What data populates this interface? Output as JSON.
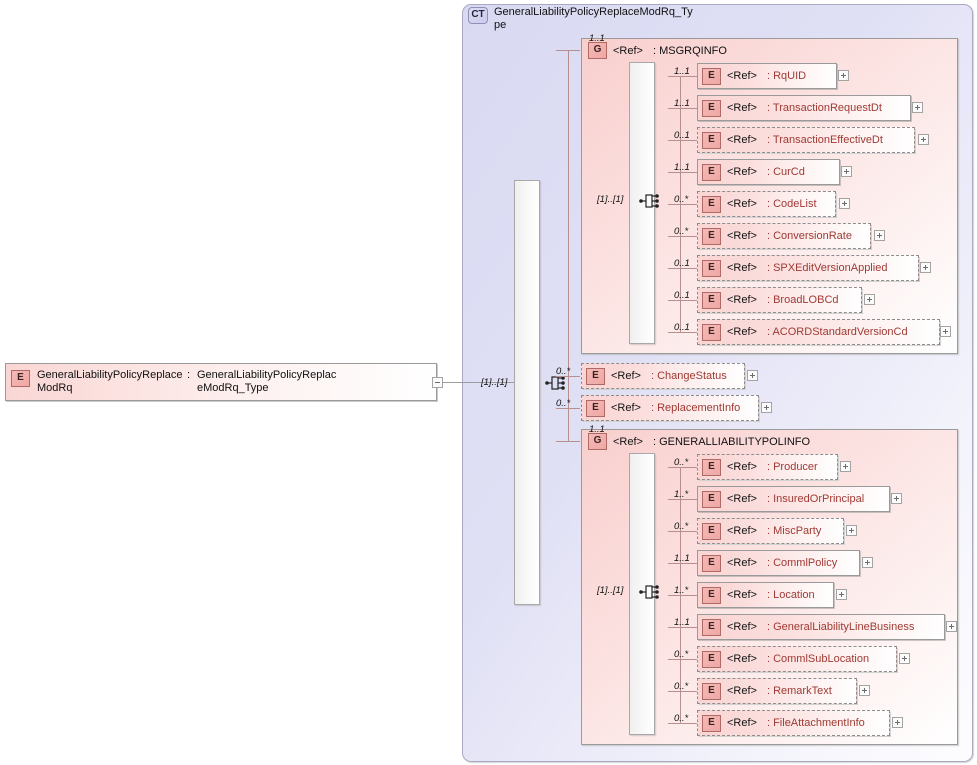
{
  "diagram": {
    "type": "xsd-schema-tree",
    "root": {
      "badge": "E",
      "name": "GeneralLiabilityPolicyReplaceModRq",
      "colon": ":",
      "type": "GeneralLiabilityPolicyReplaceModRq_Type",
      "toggle": "minus"
    },
    "complex_type": {
      "badge": "CT",
      "title": "GeneralLiabilityPolicyReplaceModRq_Type",
      "compositor": "sequence",
      "compositor_label": "[1]..[1]"
    },
    "children": [
      {
        "kind": "group",
        "badge": "G",
        "ref": "<Ref>",
        "colon_name": ": MSGRQINFO",
        "cardinality": "1..1",
        "compositor": "sequence",
        "compositor_label": "[1]..[1]",
        "items": [
          {
            "badge": "E",
            "ref": "<Ref>",
            "colon_name": ": RqUID",
            "cardinality": "1..1",
            "optional": false,
            "toggle": "plus"
          },
          {
            "badge": "E",
            "ref": "<Ref>",
            "colon_name": ": TransactionRequestDt",
            "cardinality": "1..1",
            "optional": false,
            "toggle": "plus"
          },
          {
            "badge": "E",
            "ref": "<Ref>",
            "colon_name": ": TransactionEffectiveDt",
            "cardinality": "0..1",
            "optional": true,
            "toggle": "plus"
          },
          {
            "badge": "E",
            "ref": "<Ref>",
            "colon_name": ": CurCd",
            "cardinality": "1..1",
            "optional": false,
            "toggle": "plus"
          },
          {
            "badge": "E",
            "ref": "<Ref>",
            "colon_name": ": CodeList",
            "cardinality": "0..*",
            "optional": true,
            "toggle": "plus"
          },
          {
            "badge": "E",
            "ref": "<Ref>",
            "colon_name": ": ConversionRate",
            "cardinality": "0..*",
            "optional": true,
            "toggle": "plus"
          },
          {
            "badge": "E",
            "ref": "<Ref>",
            "colon_name": ": SPXEditVersionApplied",
            "cardinality": "0..1",
            "optional": true,
            "toggle": "plus"
          },
          {
            "badge": "E",
            "ref": "<Ref>",
            "colon_name": ": BroadLOBCd",
            "cardinality": "0..1",
            "optional": true,
            "toggle": "plus"
          },
          {
            "badge": "E",
            "ref": "<Ref>",
            "colon_name": ": ACORDStandardVersionCd",
            "cardinality": "0..1",
            "optional": true,
            "toggle": "plus"
          }
        ]
      },
      {
        "kind": "element",
        "badge": "E",
        "ref": "<Ref>",
        "colon_name": ": ChangeStatus",
        "cardinality": "0..*",
        "optional": true,
        "toggle": "plus"
      },
      {
        "kind": "element",
        "badge": "E",
        "ref": "<Ref>",
        "colon_name": ": ReplacementInfo",
        "cardinality": "0..*",
        "optional": true,
        "toggle": "plus"
      },
      {
        "kind": "group",
        "badge": "G",
        "ref": "<Ref>",
        "colon_name": ": GENERALLIABILITYPOLINFO",
        "cardinality": "1..1",
        "compositor": "sequence",
        "compositor_label": "[1]..[1]",
        "items": [
          {
            "badge": "E",
            "ref": "<Ref>",
            "colon_name": ": Producer",
            "cardinality": "0..*",
            "optional": true,
            "toggle": "plus"
          },
          {
            "badge": "E",
            "ref": "<Ref>",
            "colon_name": ": InsuredOrPrincipal",
            "cardinality": "1..*",
            "optional": false,
            "toggle": "plus"
          },
          {
            "badge": "E",
            "ref": "<Ref>",
            "colon_name": ": MiscParty",
            "cardinality": "0..*",
            "optional": true,
            "toggle": "plus"
          },
          {
            "badge": "E",
            "ref": "<Ref>",
            "colon_name": ": CommlPolicy",
            "cardinality": "1..1",
            "optional": false,
            "toggle": "plus"
          },
          {
            "badge": "E",
            "ref": "<Ref>",
            "colon_name": ": Location",
            "cardinality": "1..*",
            "optional": false,
            "toggle": "plus"
          },
          {
            "badge": "E",
            "ref": "<Ref>",
            "colon_name": ": GeneralLiabilityLineBusiness",
            "cardinality": "1..1",
            "optional": false,
            "toggle": "plus"
          },
          {
            "badge": "E",
            "ref": "<Ref>",
            "colon_name": ": CommlSubLocation",
            "cardinality": "0..*",
            "optional": true,
            "toggle": "plus"
          },
          {
            "badge": "E",
            "ref": "<Ref>",
            "colon_name": ": RemarkText",
            "cardinality": "0..*",
            "optional": true,
            "toggle": "plus"
          },
          {
            "badge": "E",
            "ref": "<Ref>",
            "colon_name": ": FileAttachmentInfo",
            "cardinality": "0..*",
            "optional": true,
            "toggle": "plus"
          }
        ]
      }
    ],
    "colors": {
      "element_fill": "#f9d5d3",
      "group_fill": "#f8cfcd",
      "complextype_fill": "#d9d9f2",
      "name_text": "#a03a34",
      "border": "#9a9a9a"
    }
  }
}
